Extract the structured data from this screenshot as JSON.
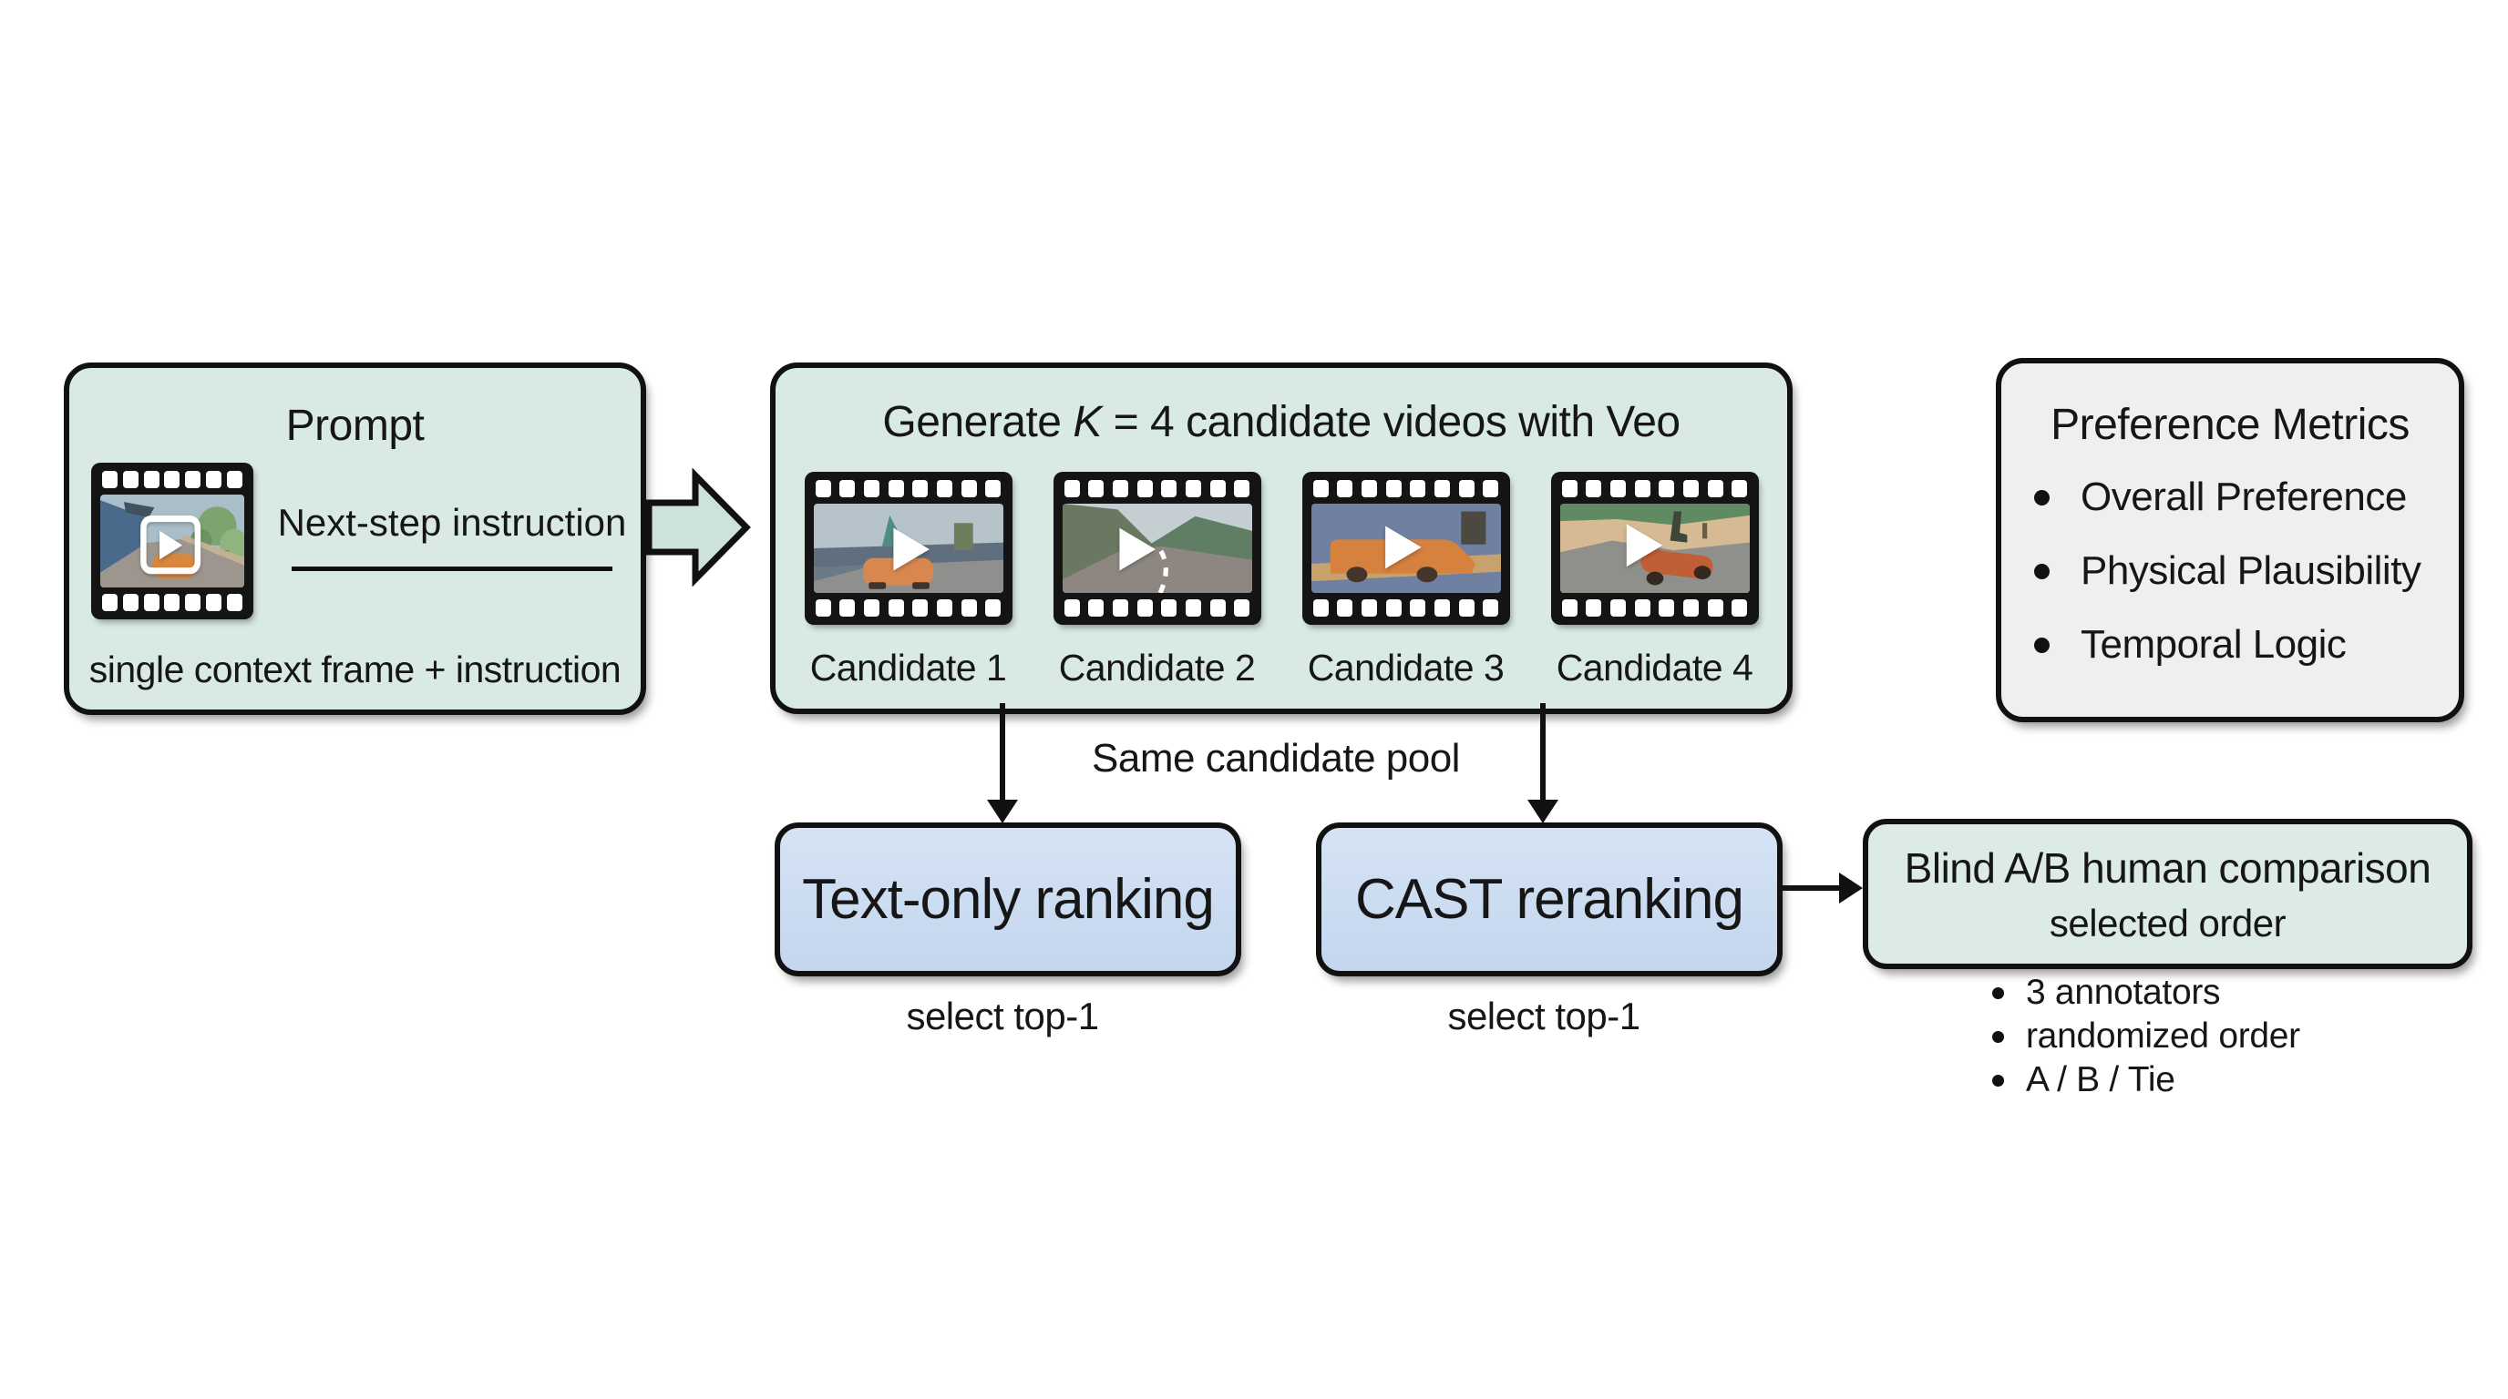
{
  "palette": {
    "box_green": "#d9eae3",
    "box_blue": "#c9daef",
    "box_gray": "#f0efee",
    "comparison_green": "#dcebe4",
    "border": "#111111",
    "arrow_fill": "#cde2d8",
    "text": "#161616"
  },
  "prompt_box": {
    "title": "Prompt",
    "instruction_label": "Next-step instruction",
    "caption": "single context frame + instruction"
  },
  "generate_box": {
    "title_prefix": "Generate ",
    "title_k": "K",
    "title_suffix": " = 4 candidate videos with Veo",
    "candidates": [
      "Candidate 1",
      "Candidate 2",
      "Candidate 3",
      "Candidate 4"
    ]
  },
  "preference_box": {
    "title": "Preference Metrics",
    "items": [
      "Overall Preference",
      "Physical Plausibility",
      "Temporal Logic"
    ]
  },
  "pool_label": "Same candidate pool",
  "ranking_boxes": [
    {
      "label": "Text-only ranking",
      "note": "select top-1"
    },
    {
      "label": "CAST reranking",
      "note": "select top-1"
    }
  ],
  "comparison_box": {
    "line1": "Blind A/B human comparison",
    "line2": "selected order",
    "items": [
      "3 annotators",
      "randomized order",
      "A / B / Tie"
    ]
  }
}
